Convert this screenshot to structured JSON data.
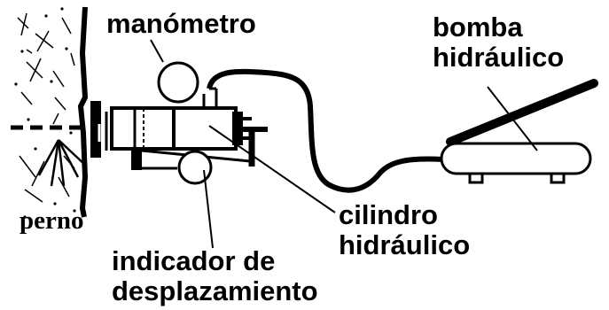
{
  "labels": {
    "manometro": "manómetro",
    "bomba_line1": "bomba",
    "bomba_line2": "hidráulico",
    "perno": "perno",
    "cilindro_line1": "cilindro",
    "cilindro_line2": "hidráulico",
    "indicador_line1": "indicador de",
    "indicador_line2": "desplazamiento"
  },
  "colors": {
    "ink": "#000000",
    "background": "#ffffff"
  }
}
